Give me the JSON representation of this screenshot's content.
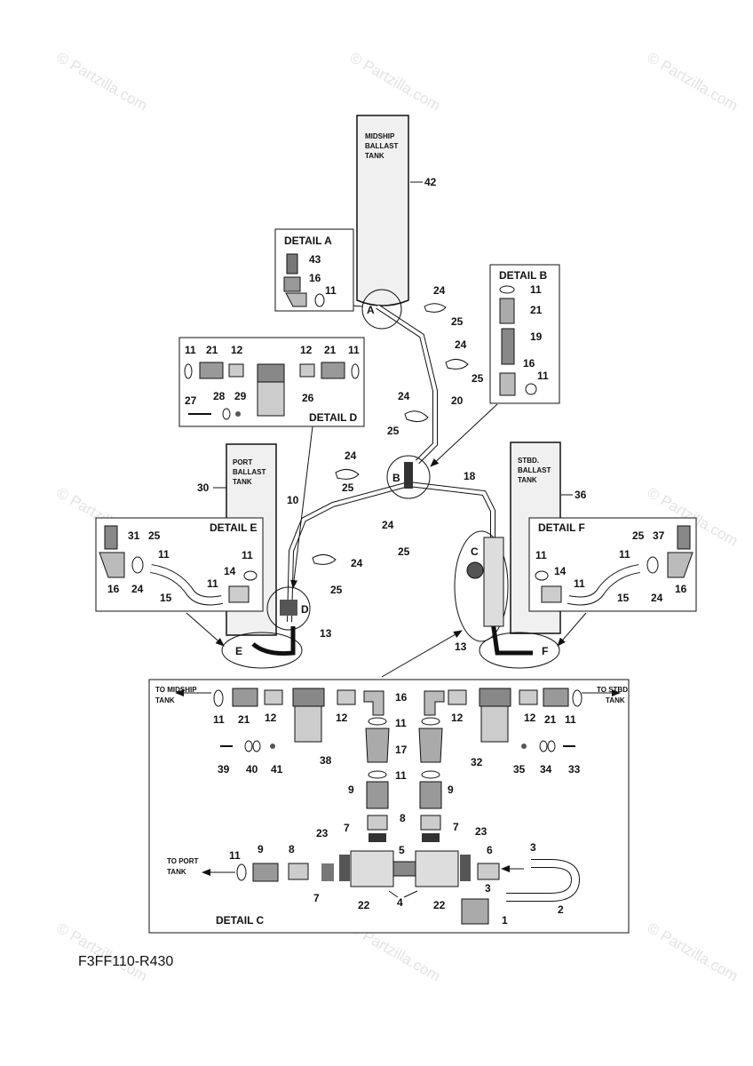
{
  "watermark": "© Partzilla.com",
  "diagram_code": "F3FF110-R430",
  "tanks": {
    "midship": [
      "MIDSHIP",
      "BALLAST",
      "TANK"
    ],
    "port": [
      "PORT",
      "BALLAST",
      "TANK"
    ],
    "stbd": [
      "STBD.",
      "BALLAST",
      "TANK"
    ]
  },
  "details": {
    "a": "DETAIL A",
    "b": "DETAIL B",
    "c": "DETAIL C",
    "d": "DETAIL D",
    "e": "DETAIL E",
    "f": "DETAIL F"
  },
  "callouts": {
    "a": "A",
    "b": "B",
    "c": "C",
    "d": "D",
    "e": "E",
    "f": "F"
  },
  "flow_labels": {
    "to_midship": [
      "TO MIDSHIP",
      "TANK"
    ],
    "to_stbd": [
      "TO STBD.",
      "TANK"
    ],
    "to_port": [
      "TO PORT",
      "TANK"
    ]
  },
  "part_numbers": {
    "n42": "42",
    "n43": "43",
    "n16a": "16",
    "n11a": "11",
    "n24a": "24",
    "n25a": "25",
    "n24b": "24",
    "n25b": "25",
    "n20": "20",
    "n24c": "24",
    "n25c": "25",
    "n11b1": "11",
    "n21b": "21",
    "n19": "19",
    "n16b": "16",
    "n11b2": "11",
    "n11d1": "11",
    "n21d1": "21",
    "n12d1": "12",
    "n12d2": "12",
    "n21d2": "21",
    "n11d2": "11",
    "n27": "27",
    "n28": "28",
    "n29": "29",
    "n26": "26",
    "n30": "30",
    "n10": "10",
    "n18": "18",
    "n36": "36",
    "n24d": "24",
    "n25d": "25",
    "n24e": "24",
    "n25e": "25",
    "n24f": "24",
    "n25f": "25",
    "n13a": "13",
    "n13b": "13",
    "n31": "31",
    "n25g": "25",
    "n11e1": "11",
    "n16e": "16",
    "n24g": "24",
    "n14e": "14",
    "n11e2": "11",
    "n11e3": "11",
    "n15e": "15",
    "n25h": "25",
    "n37": "37",
    "n11f1": "11",
    "n14f": "14",
    "n11f2": "11",
    "n11f3": "11",
    "n15f": "15",
    "n24h": "24",
    "n16f": "16",
    "c11a": "11",
    "c21a": "21",
    "c12a": "12",
    "c12b": "12",
    "c16": "16",
    "c11b": "11",
    "c17": "17",
    "c11c": "11",
    "c12c": "12",
    "c12d": "12",
    "c21b": "21",
    "c11d": "11",
    "c39": "39",
    "c40": "40",
    "c41": "41",
    "c38": "38",
    "c32": "32",
    "c35": "35",
    "c34": "34",
    "c33": "33",
    "c9a": "9",
    "c9b": "9",
    "c7a": "7",
    "c8a": "8",
    "c7b": "7",
    "c23a": "23",
    "c23b": "23",
    "c11e": "11",
    "c9c": "9",
    "c8b": "8",
    "c7c": "7",
    "c5": "5",
    "c6": "6",
    "c3a": "3",
    "c3b": "3",
    "c2": "2",
    "c22a": "22",
    "c4": "4",
    "c22b": "22",
    "c1": "1"
  }
}
